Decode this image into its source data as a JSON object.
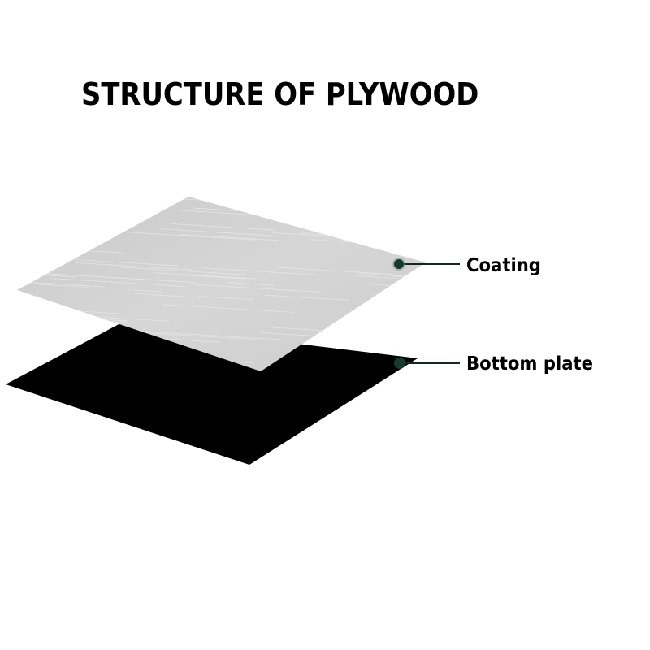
{
  "title": "STRUCTURE OF PLYWOOD",
  "layers": [
    {
      "label": "Coating",
      "color": "#d2d2d2"
    },
    {
      "label": "Bottom plate",
      "color": "#000000"
    }
  ],
  "colors": {
    "text": "#000000",
    "leader_line": "#0e2a22",
    "leader_dot": "#163a2e"
  }
}
